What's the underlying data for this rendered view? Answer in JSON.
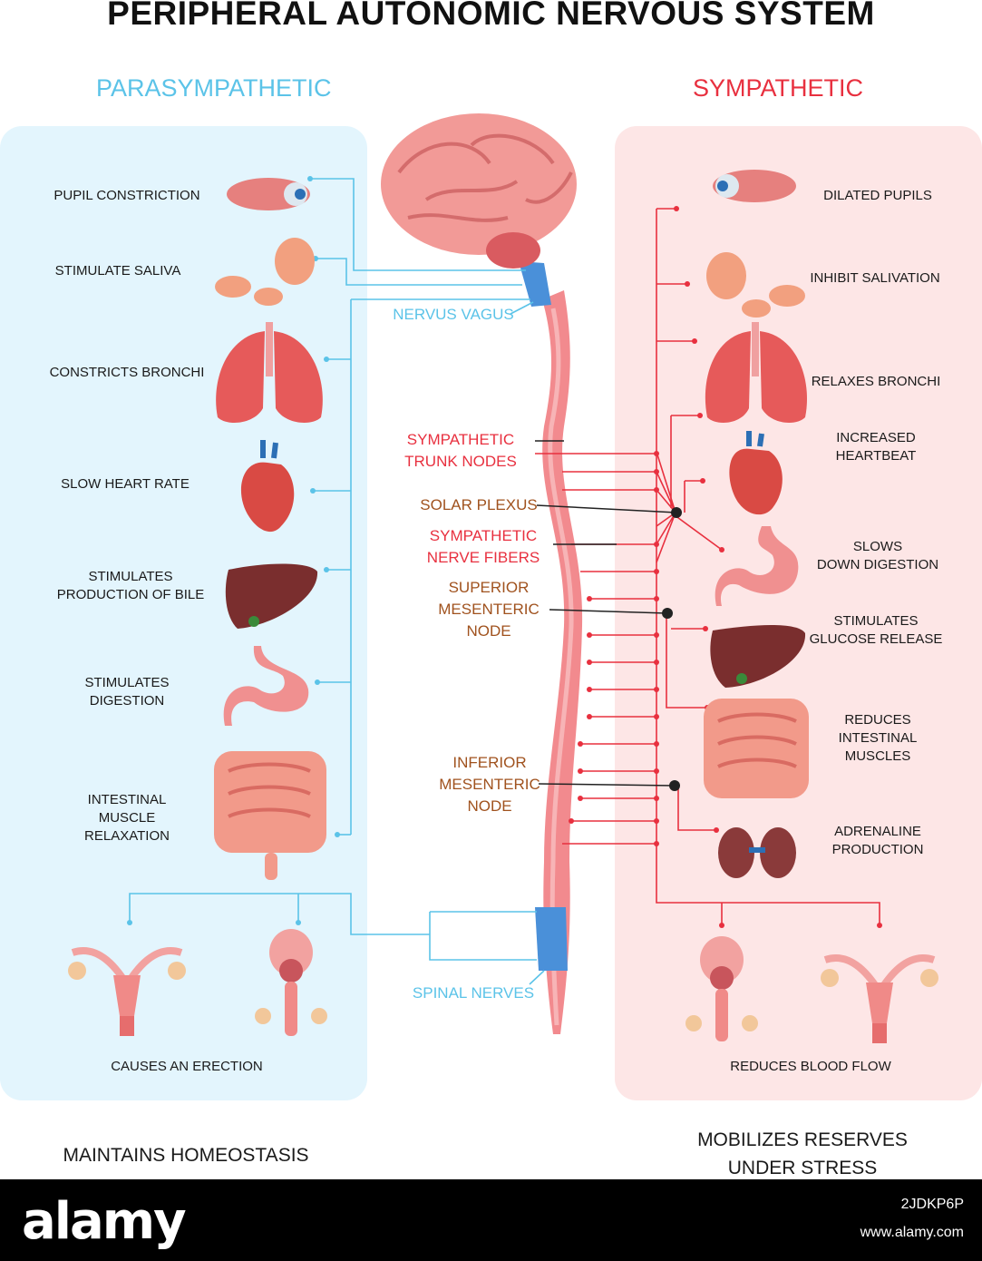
{
  "title": "PERIPHERAL AUTONOMIC NERVOUS SYSTEM",
  "parasympathetic": {
    "heading": "PARASYMPATHETIC",
    "color": "#5bc3e8",
    "panel_color": "#e3f5fd",
    "labels": {
      "pupil": "Pupil constriction",
      "saliva": "Stimulate saliva",
      "bronchi": "Constricts bronchi",
      "heart": "Slow heart rate",
      "bile": "Stimulates\nproduction of bile",
      "digestion": "Stimulates\ndigestion",
      "intestine": "Intestinal\nmuscle\nrelaxation",
      "erection": "Causes an erection"
    },
    "footer": "MAINTAINS HOMEOSTASIS"
  },
  "sympathetic": {
    "heading": "SYMPATHETIC",
    "color": "#e8303f",
    "panel_color": "#fde6e6",
    "labels": {
      "pupils": "Dilated pupils",
      "salivation": "Inhibit salivation",
      "bronchi": "Relaxes bronchi",
      "heartbeat": "Increased\nheartbeat",
      "digestion": "Slows\ndown digestion",
      "glucose": "Stimulates\nglucose release",
      "intestine": "Reduces\nintestinal\nmuscles",
      "adrenaline": "Adrenaline\nproduction",
      "blood_flow": "Reduces blood flow"
    },
    "footer": "MOBILIZES RESERVES\nUNDER STRESS"
  },
  "center_labels": {
    "nervus_vagus": "Nervus vagus",
    "trunk_nodes": "Sympathetic\ntrunk nodes",
    "solar_plexus": "Solar plexus",
    "nerve_fibers": "Sympathetic\nnerve fibers",
    "superior": "Superior\nmesenteric\nnode",
    "inferior": "Inferior\nmesenteric\nnode",
    "spinal_nerves": "Spinal nerves"
  },
  "colors": {
    "brown": "#a0521e",
    "blue_label": "#5bc3e8",
    "red_label": "#e8303f"
  },
  "watermark": {
    "logo": "alamy",
    "image_id": "2JDKP6P",
    "url": "www.alamy.com"
  }
}
